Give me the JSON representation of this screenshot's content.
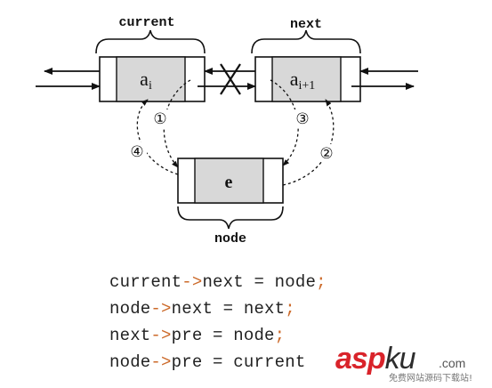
{
  "diagram": {
    "labels": {
      "current": "current",
      "next": "next",
      "node": "node"
    },
    "nodes": {
      "ai": "a",
      "ai_sub": "i",
      "ai1": "a",
      "ai1_sub": "i+1",
      "e": "e"
    },
    "steps": [
      "①",
      "②",
      "③",
      "④"
    ]
  },
  "code": {
    "line1": {
      "a": "current",
      "op": "->",
      "b": "next = node",
      "semi": ";"
    },
    "line2": {
      "a": "node",
      "op": "->",
      "b": "next = next",
      "semi": ";"
    },
    "line3": {
      "a": "next",
      "op": "->",
      "b": "pre = node",
      "semi": ";"
    },
    "line4": {
      "a": "node",
      "op": "->",
      "b": "pre = current",
      "semi": ""
    }
  },
  "watermark": {
    "asp": "asp",
    "ku": "ku",
    "dotcom": ".com",
    "tagline": "免费网站源码下载站!"
  },
  "colors": {
    "node_fill": "#d8d8d8",
    "code_accent": "#cc6a2a",
    "watermark_red": "#d9232a"
  }
}
